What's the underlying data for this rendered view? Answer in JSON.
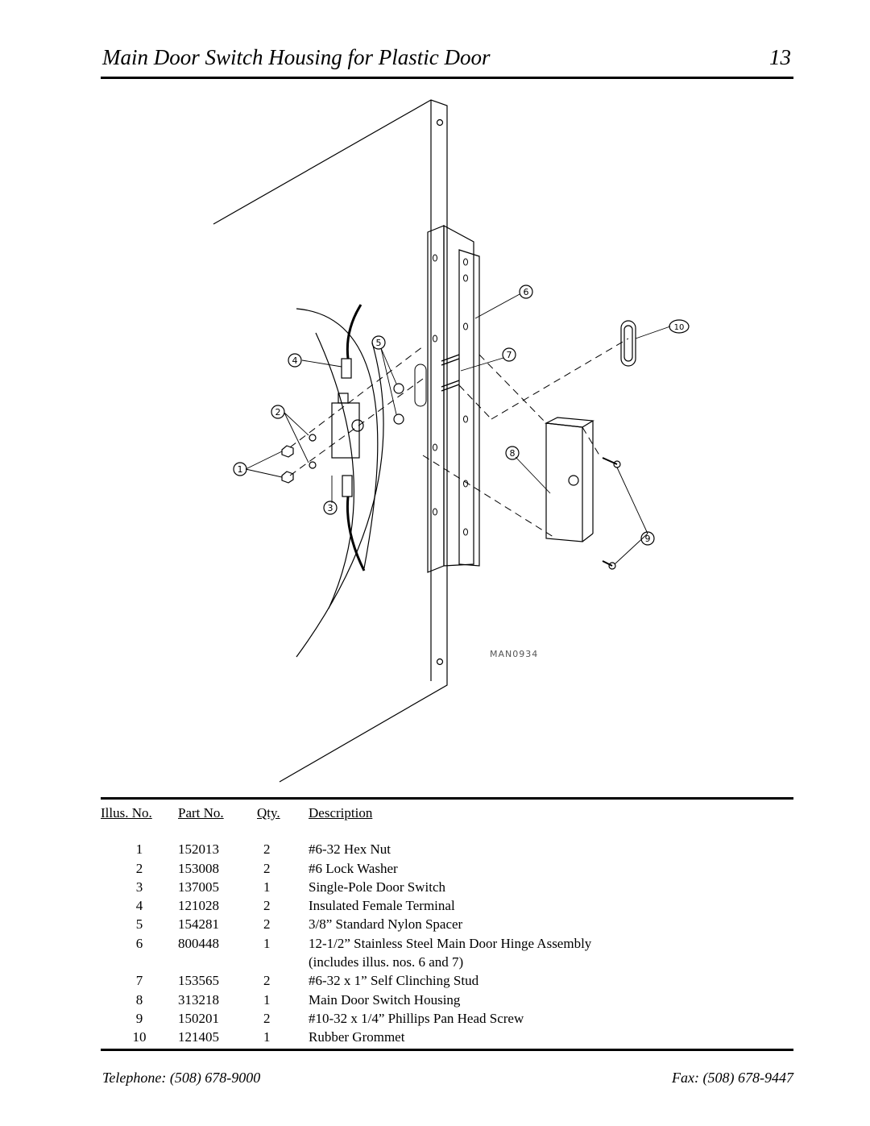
{
  "header": {
    "title": "Main Door Switch Housing for Plastic Door",
    "page_number": "13"
  },
  "figure": {
    "drawing_id": "MAN0934",
    "callouts": [
      "1",
      "2",
      "3",
      "4",
      "5",
      "6",
      "7",
      "8",
      "9",
      "10"
    ]
  },
  "parts_table": {
    "headers": [
      "Illus. No.",
      "Part No.",
      "Qty.",
      "Description"
    ],
    "rows": [
      [
        "1",
        "152013",
        "2",
        "#6-32 Hex Nut"
      ],
      [
        "2",
        "153008",
        "2",
        "#6 Lock Washer"
      ],
      [
        "3",
        "137005",
        "1",
        "Single-Pole Door Switch"
      ],
      [
        "4",
        "121028",
        "2",
        "Insulated Female Terminal"
      ],
      [
        "5",
        "154281",
        "2",
        "3/8” Standard Nylon Spacer"
      ],
      [
        "6",
        "800448",
        "1",
        "12-1/2” Stainless Steel Main Door Hinge Assembly"
      ],
      [
        "",
        "",
        "",
        "(includes illus. nos. 6 and 7)"
      ],
      [
        "7",
        "153565",
        "2",
        "#6-32 x 1” Self Clinching Stud"
      ],
      [
        "8",
        "313218",
        "1",
        "Main Door Switch Housing"
      ],
      [
        "9",
        "150201",
        "2",
        "#10-32 x 1/4” Phillips Pan Head Screw"
      ],
      [
        "10",
        "121405",
        "1",
        "Rubber Grommet"
      ]
    ]
  },
  "footer": {
    "telephone": "Telephone: (508) 678-9000",
    "fax": "Fax: (508) 678-9447"
  }
}
